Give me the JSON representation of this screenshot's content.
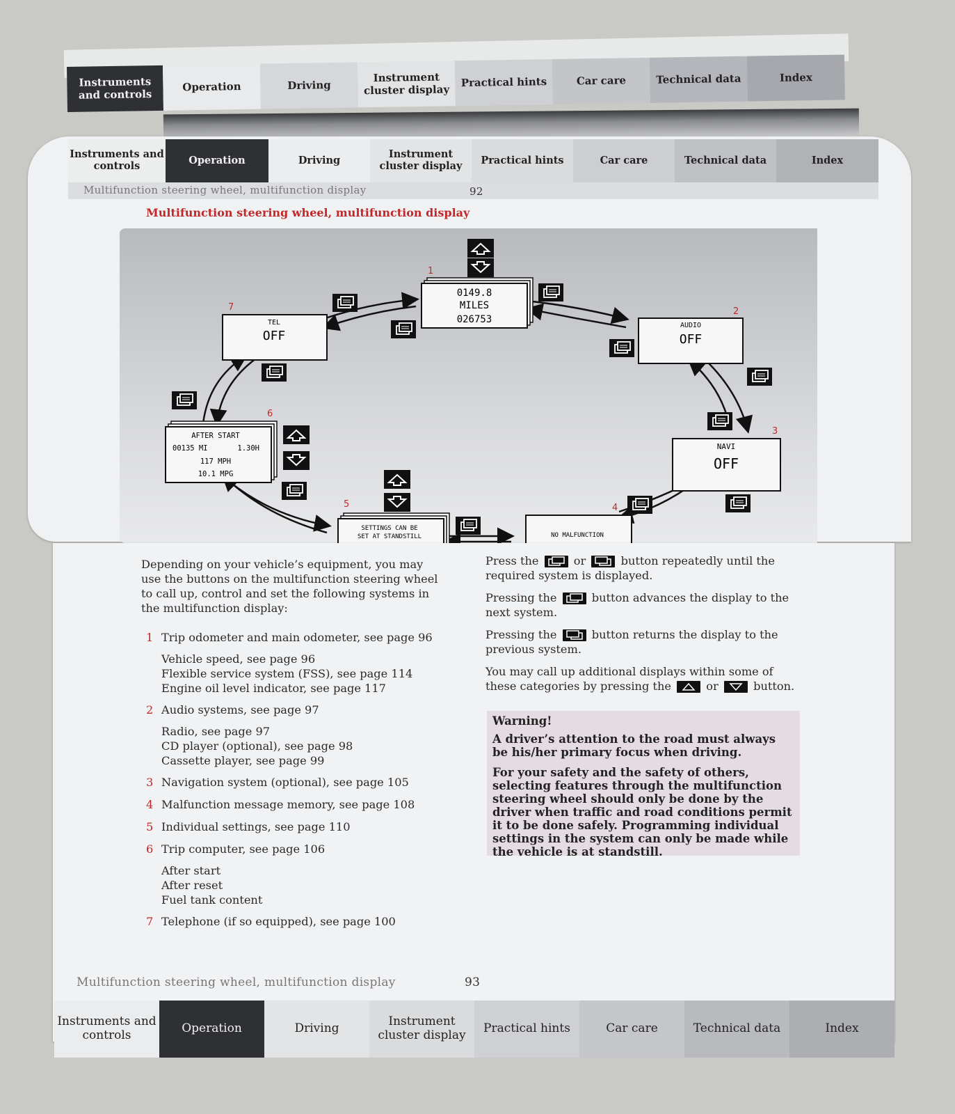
{
  "tabs": [
    "Instruments and controls",
    "Operation",
    "Driving",
    "Instrument cluster display",
    "Practical hints",
    "Car care",
    "Technical data",
    "Index"
  ],
  "page92": {
    "header_title": "Multifunction steering wheel, multifunction display",
    "page_number": "92",
    "section_title": "Multifunction steering wheel, multifunction display"
  },
  "diagram": {
    "items": [
      {
        "label": "1",
        "lines": [
          "0149.8",
          "MILES",
          "026753"
        ]
      },
      {
        "label": "2",
        "title": "AUDIO",
        "value": "OFF"
      },
      {
        "label": "3",
        "title": "NAVI",
        "value": "OFF"
      },
      {
        "label": "4",
        "lines": [
          "NO MALFUNCTION"
        ]
      },
      {
        "label": "5",
        "lines": [
          "SETTINGS CAN BE",
          "SET AT STANDSTILL"
        ]
      },
      {
        "label": "6",
        "title": "AFTER START",
        "lines": [
          "00135 MI",
          "1.30H",
          "117 MPH",
          "10.1 MPG"
        ]
      },
      {
        "label": "7",
        "title": "TEL",
        "value": "OFF"
      }
    ]
  },
  "page93": {
    "intro": "Depending on your vehicle’s equipment, you may use the buttons on the multifunction steering wheel to call up, control and set the following systems in the multifunction display:",
    "list": [
      {
        "num": "1",
        "text": "Trip odometer and main odometer, see page 96",
        "sub": [
          "Vehicle speed, see page 96",
          "Flexible service system (FSS), see page 114",
          "Engine oil level indicator, see page 117"
        ]
      },
      {
        "num": "2",
        "text": "Audio systems, see page 97",
        "sub": [
          "Radio, see page 97",
          "CD player (optional), see page 98",
          "Cassette player, see page 99"
        ]
      },
      {
        "num": "3",
        "text": "Navigation system (optional), see page 105",
        "sub": []
      },
      {
        "num": "4",
        "text": "Malfunction message memory, see page 108",
        "sub": []
      },
      {
        "num": "5",
        "text": "Individual settings, see page 110",
        "sub": []
      },
      {
        "num": "6",
        "text": "Trip computer, see page 106",
        "sub": [
          "After start",
          "After reset",
          "Fuel tank content"
        ]
      },
      {
        "num": "7",
        "text": "Telephone (if so equipped), see page 100",
        "sub": []
      }
    ],
    "right": {
      "p1a": "Press the",
      "p1b": "or",
      "p1c": "button repeatedly until the required system is displayed.",
      "p2a": "Pressing the",
      "p2b": "button advances the display to the next system.",
      "p3a": "Pressing the",
      "p3b": "button returns the display to the previous system.",
      "p4a": "You may call up additional displays within some of these categories by pressing the",
      "p4b": "or",
      "p4c": "button."
    },
    "warning": {
      "title": "Warning!",
      "p1": "A driver’s attention to the road must always be his/her primary focus when driving.",
      "p2": "For your safety and the safety of others, selecting features through the multifunction steering wheel should only be done by the driver when traffic and road conditions permit it to be done safely. Programming individual settings in the system can only be made while the vehicle is at standstill."
    },
    "footer_title": "Multifunction steering wheel, multifunction display",
    "page_number": "93"
  }
}
